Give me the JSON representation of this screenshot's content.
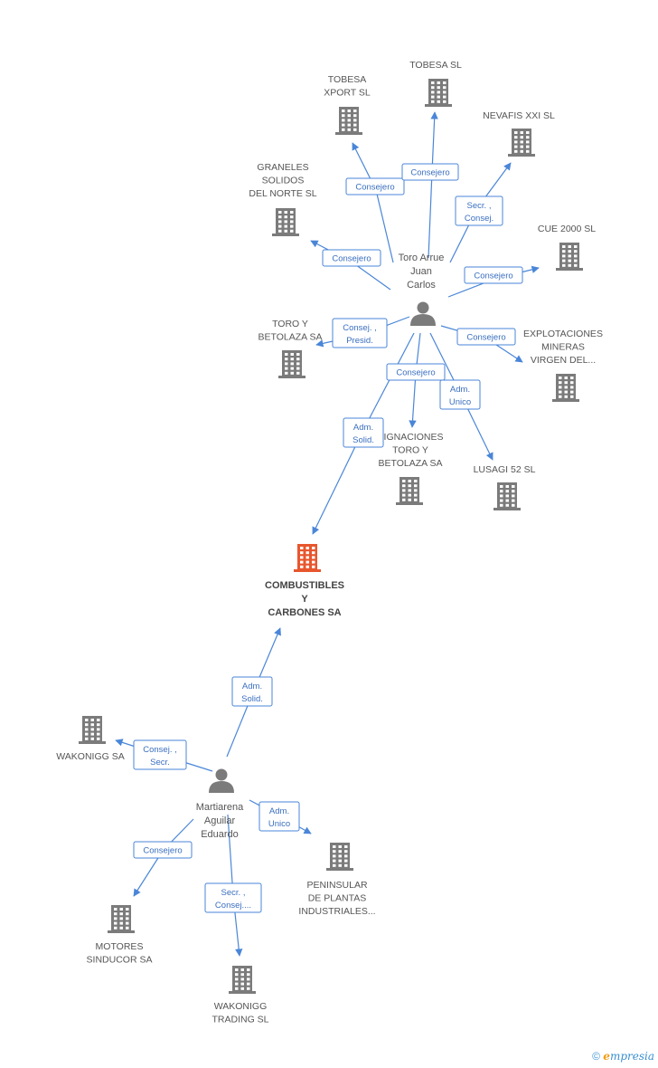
{
  "colors": {
    "building": "#7b7b7b",
    "building_main": "#e8562d",
    "person": "#7b7b7b",
    "edge": "#4a86d8"
  },
  "companies": [
    {
      "id": "tobesa_export",
      "label": [
        "TOBESA",
        "XPORT SL"
      ]
    },
    {
      "id": "tobesa",
      "label": [
        "TOBESA SL"
      ]
    },
    {
      "id": "nevafis",
      "label": [
        "NEVAFIS XXI SL"
      ]
    },
    {
      "id": "graneles",
      "label": [
        "GRANELES",
        "SOLIDOS",
        "DEL NORTE SL"
      ]
    },
    {
      "id": "cue2000",
      "label": [
        "CUE 2000 SL"
      ]
    },
    {
      "id": "toro_betolaza",
      "label": [
        "TORO Y",
        "BETOLAZA SA"
      ]
    },
    {
      "id": "explotaciones",
      "label": [
        "EXPLOTACIONES",
        "MINERAS",
        "VIRGEN DEL..."
      ]
    },
    {
      "id": "signaciones",
      "label": [
        "SIGNACIONES",
        "TORO Y",
        "BETOLAZA SA"
      ]
    },
    {
      "id": "lusagi",
      "label": [
        "LUSAGI 52 SL"
      ]
    },
    {
      "id": "combustibles",
      "label": [
        "COMBUSTIBLES",
        "Y",
        "CARBONES SA"
      ],
      "main": true
    },
    {
      "id": "wakonigg",
      "label": [
        "WAKONIGG SA"
      ]
    },
    {
      "id": "peninsular",
      "label": [
        "PENINSULAR",
        "DE PLANTAS",
        "INDUSTRIALES..."
      ]
    },
    {
      "id": "motores",
      "label": [
        "MOTORES",
        "SINDUCOR SA"
      ]
    },
    {
      "id": "wakonigg_trading",
      "label": [
        "WAKONIGG",
        "TRADING SL"
      ]
    }
  ],
  "persons": [
    {
      "id": "toro",
      "label": [
        "Toro Arrue",
        "Juan",
        "Carlos"
      ]
    },
    {
      "id": "martiarena",
      "label": [
        "Martiarena",
        "Aguilar",
        "Eduardo"
      ]
    }
  ],
  "relations": [
    {
      "id": "r1",
      "label": [
        "Consejero"
      ]
    },
    {
      "id": "r2",
      "label": [
        "Consejero"
      ]
    },
    {
      "id": "r3",
      "label": [
        "Secr. ,",
        "Consej."
      ]
    },
    {
      "id": "r4",
      "label": [
        "Consejero"
      ]
    },
    {
      "id": "r5",
      "label": [
        "Consejero"
      ]
    },
    {
      "id": "r6",
      "label": [
        "Consej. ,",
        "Presid."
      ]
    },
    {
      "id": "r7",
      "label": [
        "Consejero"
      ]
    },
    {
      "id": "r8",
      "label": [
        "Consejero"
      ]
    },
    {
      "id": "r9",
      "label": [
        "Adm.",
        "Unico"
      ]
    },
    {
      "id": "r10",
      "label": [
        "Adm.",
        "Solid."
      ]
    },
    {
      "id": "r11",
      "label": [
        "Adm.",
        "Solid."
      ]
    },
    {
      "id": "r12",
      "label": [
        "Consej. ,",
        "Secr."
      ]
    },
    {
      "id": "r13",
      "label": [
        "Adm.",
        "Unico"
      ]
    },
    {
      "id": "r14",
      "label": [
        "Consejero"
      ]
    },
    {
      "id": "r15",
      "label": [
        "Secr. ,",
        "Consej...."
      ]
    }
  ],
  "footer": {
    "copyright": "©",
    "brand_e": "e",
    "brand_rest": "mpresia"
  }
}
